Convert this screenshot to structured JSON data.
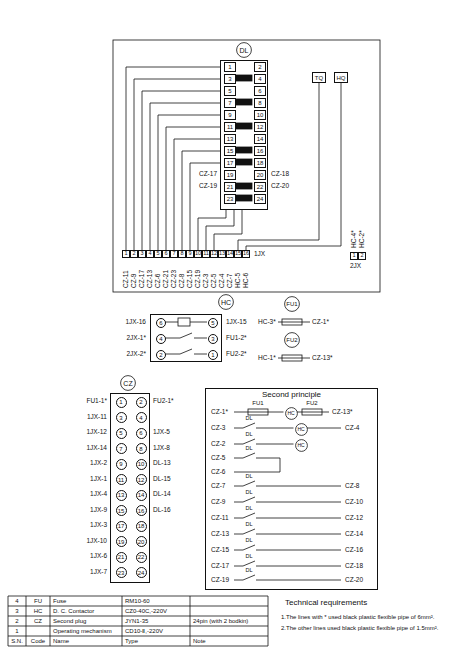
{
  "diagram": {
    "nodes": [
      {
        "text": [
          "DL"
        ]
      },
      {
        "text": [
          "1",
          "2",
          "3",
          "4",
          "5",
          "6",
          "7",
          "8",
          "9",
          "10",
          "11",
          "12",
          "13",
          "14",
          "15",
          "16",
          "17",
          "18",
          "19",
          "20",
          "21",
          "22",
          "23",
          "24"
        ]
      },
      {
        "text": [
          "TQ"
        ]
      },
      {
        "text": [
          "HQ"
        ]
      },
      {
        "text": [
          "1",
          "2",
          "3",
          "4",
          "5",
          "6",
          "7",
          "8",
          "9",
          "10",
          "11",
          "12",
          "13",
          "14",
          "15",
          "16"
        ]
      },
      {
        "text": [
          "1",
          "2"
        ]
      },
      {
        "text": [
          "HC"
        ]
      },
      {
        "text": [
          "6",
          "5",
          "4",
          "3",
          "2",
          "1"
        ]
      },
      {
        "text": [
          "FU1"
        ]
      },
      {
        "text": [
          "FU2"
        ]
      },
      {
        "text": [
          "CZ"
        ]
      },
      {
        "text": [
          "1",
          "2",
          "3",
          "4",
          "5",
          "6",
          "7",
          "8",
          "9",
          "10",
          "11",
          "12",
          "13",
          "14",
          "15",
          "16",
          "17",
          "18",
          "19",
          "20",
          "21",
          "22",
          "23",
          "24"
        ]
      },
      {
        "text": [
          "Second principle"
        ]
      },
      {
        "text": [
          "HC"
        ],
        "in": 12
      },
      {
        "text": [
          "HC"
        ],
        "in": 12
      },
      {
        "text": [
          "HC"
        ],
        "in": 12
      }
    ],
    "edges": [
      {
        "from": 1,
        "to": 4,
        "arrow": "none"
      },
      {
        "from": 1,
        "to": 4,
        "arrow": "none"
      },
      {
        "from": 1,
        "to": 4,
        "arrow": "none"
      },
      {
        "from": 1,
        "to": 4,
        "arrow": "none"
      },
      {
        "from": 1,
        "to": 4,
        "arrow": "none"
      },
      {
        "from": 1,
        "to": 4,
        "arrow": "none"
      },
      {
        "from": 1,
        "to": 4,
        "arrow": "none"
      },
      {
        "from": 1,
        "to": 4,
        "arrow": "none"
      },
      {
        "from": 1,
        "to": 4,
        "arrow": "none"
      },
      {
        "from": 1,
        "to": 4,
        "arrow": "none"
      },
      {
        "from": 1,
        "to": 4,
        "arrow": "none"
      },
      {
        "from": 1,
        "to": 4,
        "arrow": "none"
      },
      {
        "from": 2,
        "to": 4,
        "arrow": "none"
      },
      {
        "from": 3,
        "to": 4,
        "arrow": "none"
      }
    ],
    "labels": [
      "CZ-17",
      "CZ-19",
      "CZ-18",
      "CZ-20",
      "CZ-11",
      "CZ-9",
      "CZ-17",
      "CZ-13",
      "CZ-6",
      "CZ-21",
      "CZ-23",
      "CZ-8",
      "CZ-15",
      "CZ-19",
      "CZ-3",
      "CZ-5",
      "CZ-4",
      "CZ-7",
      "HC-5",
      "HC-6",
      "1JX",
      "2JX",
      "HC-4*",
      "HC-2*",
      "1JX-16",
      "2JX-1*",
      "2JX-2*",
      "1JX-15",
      "FU1-2*",
      "FU2-2*",
      "HC-3*",
      "CZ-1*",
      "HC-1*",
      "CZ-13*",
      "FU1-1*",
      "1JX-11",
      "1JX-12",
      "1JX-14",
      "1JX-2",
      "1JX-1",
      "1JX-4",
      "1JX-9",
      "1JX-3",
      "1JX-10",
      "1JX-6",
      "1JX-7",
      "FU2-1*",
      "1JX-5",
      "1JX-8",
      "DL-13",
      "DL-15",
      "DL-14",
      "DL-16",
      "FU1",
      "FU2",
      "CZ-1*",
      "CZ-13*",
      "CZ-3",
      "DL",
      "CZ-4",
      "CZ-2",
      "DL",
      "CZ-5",
      "DL",
      "CZ-6",
      "CZ-7",
      "DL",
      "CZ-8",
      "CZ-9",
      "DL",
      "CZ-10",
      "CZ-11",
      "DL",
      "CZ-12",
      "CZ-13",
      "DL",
      "CZ-14",
      "CZ-15",
      "DL",
      "CZ-16",
      "CZ-17",
      "DL",
      "CZ-18",
      "CZ-19",
      "DL",
      "CZ-20",
      "4",
      "FU",
      "Fuse",
      "RM10-60",
      "3",
      "HC",
      "D. C. Contactor",
      "CZ0-40C,-220V",
      "2",
      "CZ",
      "Second plug",
      "JYN1-35",
      "24pin (with 2 bodkin)",
      "1",
      "Operating mechanism",
      "CD10-Ⅱ,-220V",
      "S.N.",
      "Code",
      "Name",
      "Type",
      "Note",
      "Technical requirements",
      "1.The lines with * used black plastic flexible pipe of 6mm².",
      "2.The other lines used black plastic flexible pipe of 1.5mm²."
    ]
  }
}
